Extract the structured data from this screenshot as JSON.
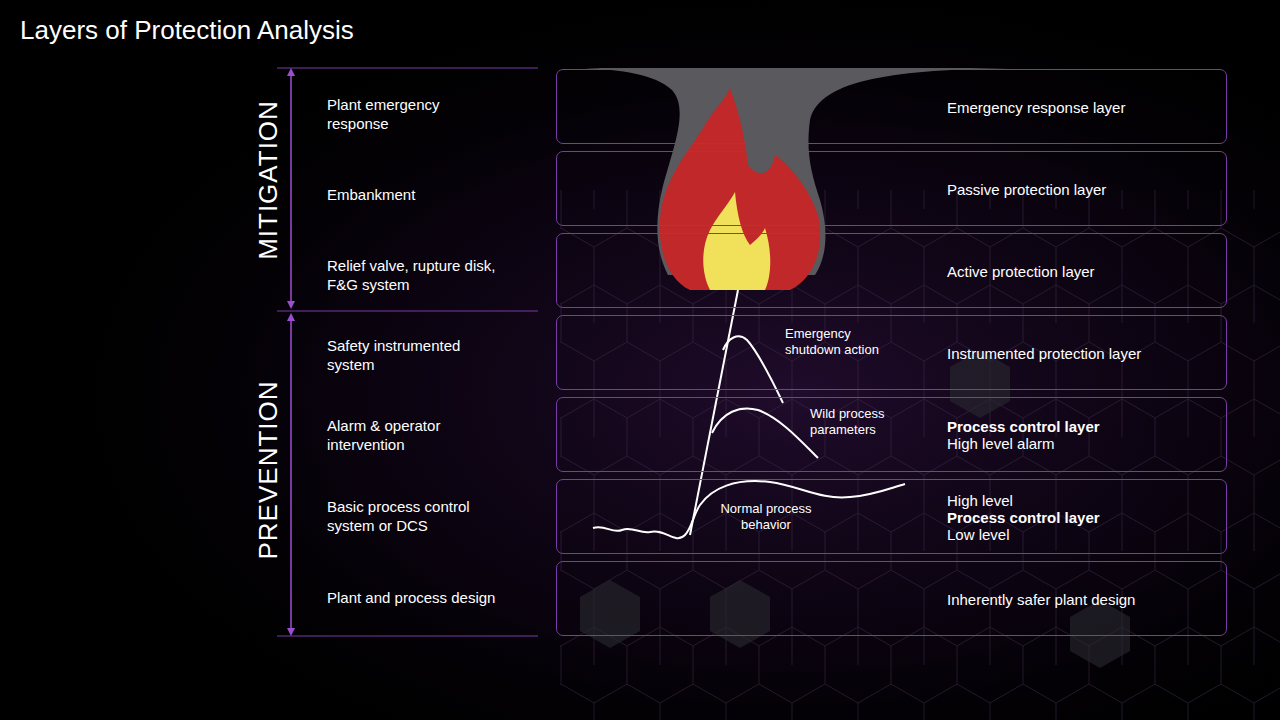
{
  "diagram": {
    "title": "Layers of Protection Analysis",
    "nodes": [
      {
        "text": [
          "Emergency response layer"
        ]
      },
      {
        "text": [
          "Passive protection layer"
        ]
      },
      {
        "text": [
          "Active protection layer"
        ]
      },
      {
        "text": [
          "Instrumented protection layer"
        ]
      },
      {
        "text": [
          "Process control layer",
          "High level alarm"
        ]
      },
      {
        "text": [
          "High level",
          "Process control layer",
          "Low level"
        ]
      },
      {
        "text": [
          "Inherently safer plant design"
        ]
      }
    ],
    "labels": [
      "MITIGATION",
      "Plant emergency response",
      "Embankment",
      "Relief valve, rupture disk, F&G system",
      "PREVENTION",
      "Safety instrumented system",
      "Alarm & operator intervention",
      "Basic process control system or DCS",
      "Plant and process design",
      "Emergency shutdown action",
      "Wild process parameters",
      "Normal process behavior"
    ]
  }
}
